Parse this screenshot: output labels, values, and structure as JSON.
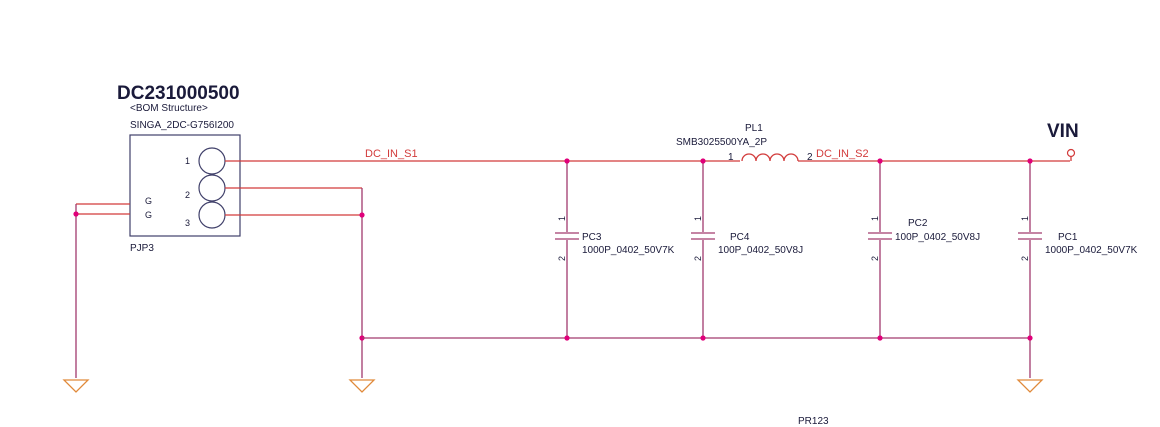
{
  "part_number": "DC231000500",
  "bom_structure": "<BOM Structure>",
  "connector": {
    "part": "SINGA_2DC-G756I200",
    "ref": "PJP3",
    "pins": [
      "1",
      "2",
      "3"
    ],
    "ground_labels": [
      "G",
      "G"
    ]
  },
  "nets": {
    "net1": "DC_IN_S1",
    "net2": "DC_IN_S2",
    "vin": "VIN"
  },
  "inductor": {
    "ref": "PL1",
    "part": "SMB3025500YA_2P",
    "pin1": "1",
    "pin2": "2"
  },
  "capacitors": [
    {
      "ref": "PC3",
      "value": "1000P_0402_50V7K",
      "pin1": "1",
      "pin2": "2"
    },
    {
      "ref": "PC4",
      "value": "100P_0402_50V8J",
      "pin1": "1",
      "pin2": "2"
    },
    {
      "ref": "PC2",
      "value": "100P_0402_50V8J",
      "pin1": "1",
      "pin2": "2"
    },
    {
      "ref": "PC1",
      "value": "1000P_0402_50V7K",
      "pin1": "1",
      "pin2": "2"
    }
  ],
  "footer_ref": "PR123"
}
